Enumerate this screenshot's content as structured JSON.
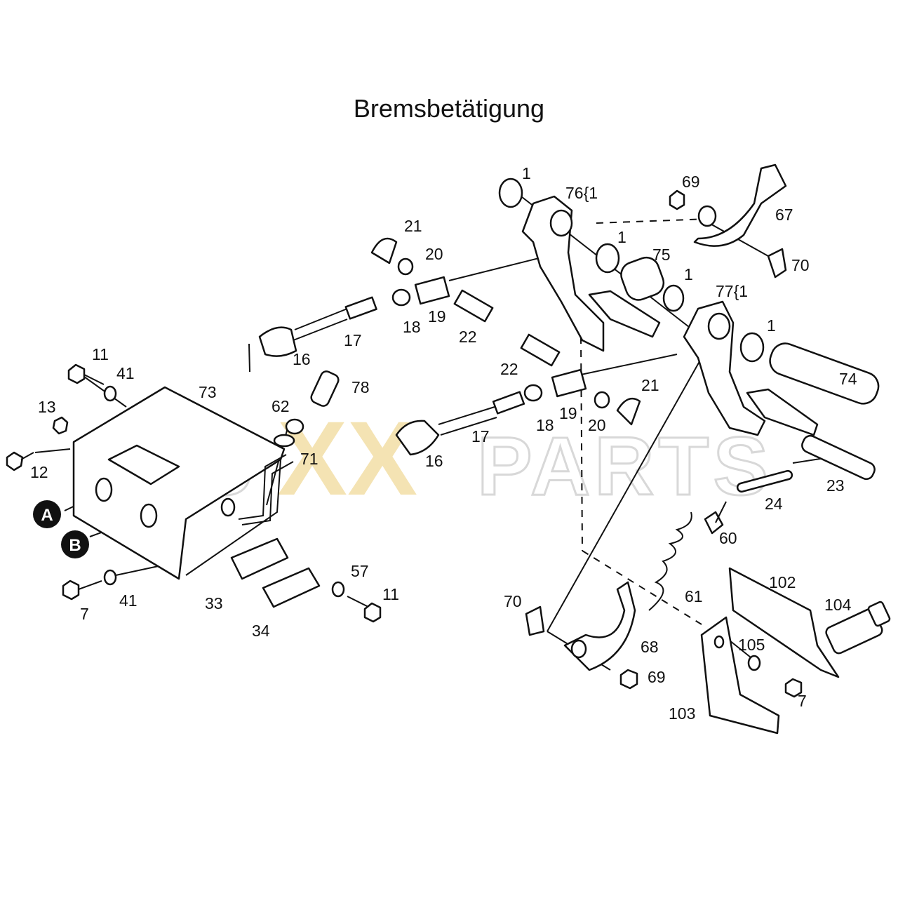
{
  "title": "Bremsbetätigung",
  "watermark": {
    "left": "FU",
    "mid": "XX",
    "right": "PARTS"
  },
  "markers": {
    "a": "A",
    "b": "B"
  },
  "part_labels": {
    "p1a": "1",
    "p76": "76{1",
    "p69a": "69",
    "p67": "67",
    "p70a": "70",
    "p1b": "1",
    "p75": "75",
    "p1c": "1",
    "p77": "77{1",
    "p1d": "1",
    "p74": "74",
    "p21a": "21",
    "p20a": "20",
    "p18a": "18",
    "p19a": "19",
    "p22a": "22",
    "p16a": "16",
    "p17a": "17",
    "p22b": "22",
    "p19b": "19",
    "p18b": "18",
    "p20b": "20",
    "p21b": "21",
    "p16b": "16",
    "p17b": "17",
    "p11a": "11",
    "p41a": "41",
    "p73": "73",
    "p78": "78",
    "p62": "62",
    "p71": "71",
    "p13": "13",
    "p12": "12",
    "p7a": "7",
    "p41b": "41",
    "p33": "33",
    "p34": "34",
    "p57": "57",
    "p11b": "11",
    "p23": "23",
    "p24": "24",
    "p60": "60",
    "p61": "61",
    "p70b": "70",
    "p68": "68",
    "p69b": "69",
    "p102": "102",
    "p104": "104",
    "p105": "105",
    "p7b": "7",
    "p103": "103"
  },
  "colors": {
    "line": "#111111",
    "highlight": "#f0c060",
    "watermark_outline": "#d8d8d8",
    "watermark_x": "#f3dfa6"
  }
}
